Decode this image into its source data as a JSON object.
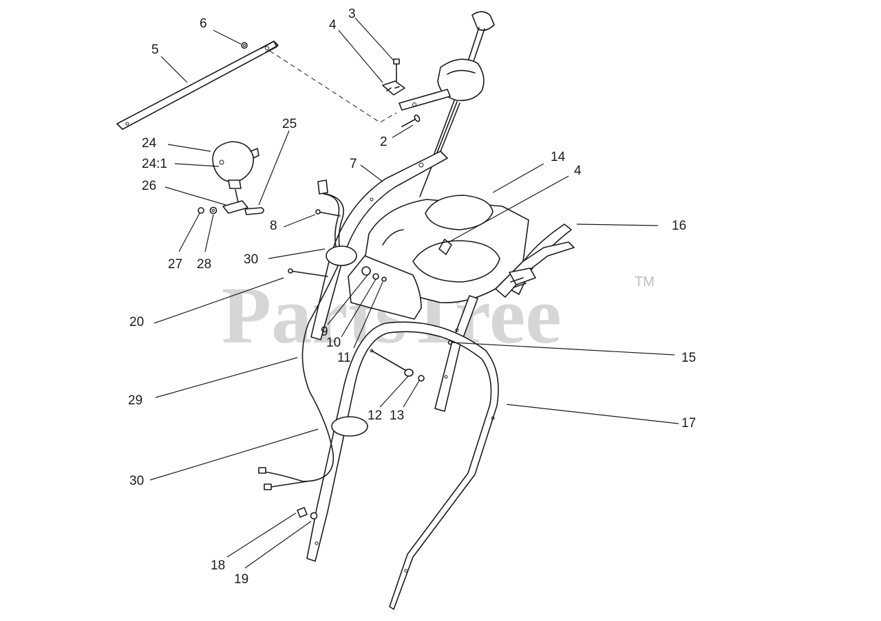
{
  "watermark": {
    "text": "PartsTree",
    "trademark": "TM"
  },
  "callouts": [
    {
      "id": "c-6",
      "label": "6"
    },
    {
      "id": "c-5",
      "label": "5"
    },
    {
      "id": "c-3",
      "label": "3"
    },
    {
      "id": "c-4a",
      "label": "4"
    },
    {
      "id": "c-2",
      "label": "2"
    },
    {
      "id": "c-24",
      "label": "24"
    },
    {
      "id": "c-241",
      "label": "24:1"
    },
    {
      "id": "c-26",
      "label": "26"
    },
    {
      "id": "c-25",
      "label": "25"
    },
    {
      "id": "c-27",
      "label": "27"
    },
    {
      "id": "c-28",
      "label": "28"
    },
    {
      "id": "c-7",
      "label": "7"
    },
    {
      "id": "c-8",
      "label": "8"
    },
    {
      "id": "c-30a",
      "label": "30"
    },
    {
      "id": "c-14",
      "label": "14"
    },
    {
      "id": "c-4b",
      "label": "4"
    },
    {
      "id": "c-16",
      "label": "16"
    },
    {
      "id": "c-20",
      "label": "20"
    },
    {
      "id": "c-9",
      "label": "9"
    },
    {
      "id": "c-10",
      "label": "10"
    },
    {
      "id": "c-11",
      "label": "11"
    },
    {
      "id": "c-15",
      "label": "15"
    },
    {
      "id": "c-29",
      "label": "29"
    },
    {
      "id": "c-12",
      "label": "12"
    },
    {
      "id": "c-13",
      "label": "13"
    },
    {
      "id": "c-17",
      "label": "17"
    },
    {
      "id": "c-30b",
      "label": "30"
    },
    {
      "id": "c-18",
      "label": "18"
    },
    {
      "id": "c-19",
      "label": "19"
    }
  ]
}
